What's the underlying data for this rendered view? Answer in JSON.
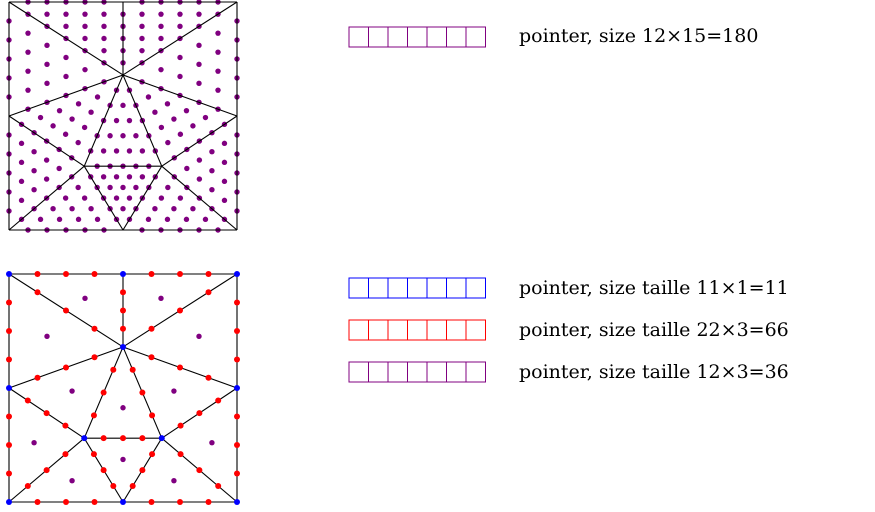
{
  "diagrams": [
    {
      "id": "top",
      "legend": [
        {
          "color": "#800080",
          "cells": 7,
          "text": "pointer, size 12×15=180"
        }
      ]
    },
    {
      "id": "bottom",
      "legend": [
        {
          "color": "#0000ff",
          "cells": 7,
          "text": "pointer, size taille 11×1=11"
        },
        {
          "color": "#ff0000",
          "cells": 7,
          "text": "pointer, size taille 22×3=66"
        },
        {
          "color": "#800080",
          "cells": 7,
          "text": "pointer, size taille 12×3=36"
        }
      ]
    }
  ],
  "colors": {
    "vertex": "#0000ff",
    "edge": "#ff0000",
    "interior": "#800080",
    "line": "#000000"
  }
}
